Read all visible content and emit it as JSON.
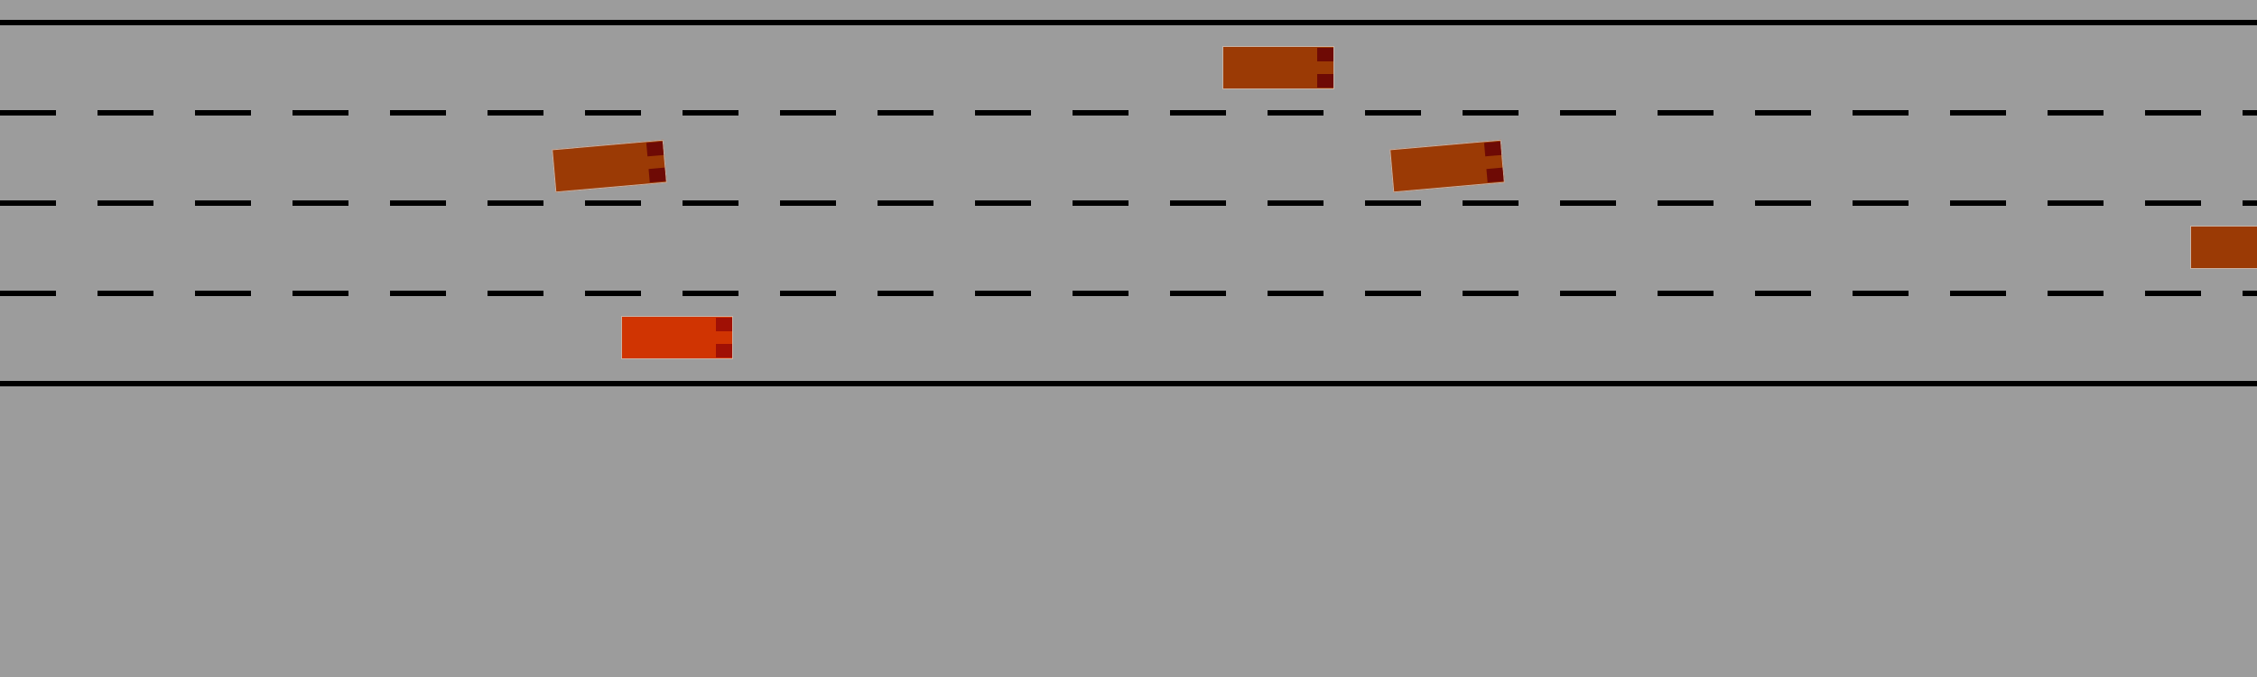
{
  "road": {
    "surface_color": "#9c9c9c",
    "line_color": "#000000",
    "lanes": 4,
    "edge_lines": [
      "road-top-edge",
      "road-bottom-edge"
    ],
    "lane_dividers": [
      "lane-divider-1",
      "lane-divider-2",
      "lane-divider-3"
    ]
  },
  "vehicles": [
    {
      "name": "vehicle-lane1-center",
      "role": "other",
      "color": "#9b3a05",
      "light_color": "#6e0a05",
      "lane": 1
    },
    {
      "name": "vehicle-lane2-left",
      "role": "other",
      "color": "#9b3a05",
      "light_color": "#6e0a05",
      "lane": 2
    },
    {
      "name": "vehicle-lane2-center",
      "role": "other",
      "color": "#9b3a05",
      "light_color": "#6e0a05",
      "lane": 2
    },
    {
      "name": "vehicle-lane3-right-edge",
      "role": "other",
      "color": "#9b3a05",
      "light_color": "#6e0a05",
      "lane": 3
    },
    {
      "name": "ego-vehicle",
      "role": "ego",
      "color": "#d03402",
      "light_color": "#a01005",
      "lane": 4
    }
  ]
}
